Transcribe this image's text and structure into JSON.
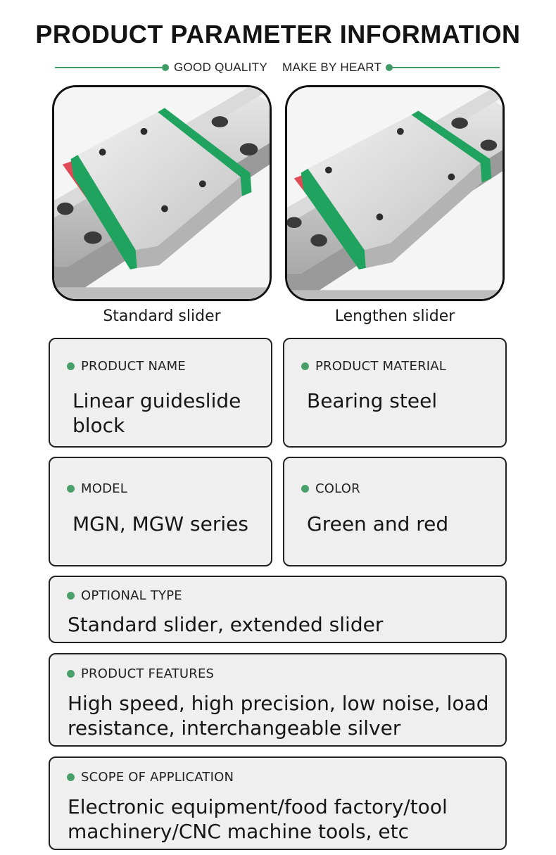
{
  "header": {
    "title": "PRODUCT PARAMETER INFORMATION",
    "tagline_left": "GOOD QUALITY",
    "tagline_right": "MAKE BY HEART",
    "accent_color": "#3f9a63"
  },
  "sliders": [
    {
      "caption": "Standard slider",
      "image_icon": "standard-slider-block-image"
    },
    {
      "caption": "Lengthen slider",
      "image_icon": "lengthen-slider-block-image"
    }
  ],
  "params": {
    "product_name": {
      "label": "PRODUCT NAME",
      "value": "Linear guideslide block"
    },
    "product_material": {
      "label": "PRODUCT MATERIAL",
      "value": "Bearing steel"
    },
    "model": {
      "label": "MODEL",
      "value": "MGN, MGW series"
    },
    "color": {
      "label": "COLOR",
      "value": "Green and red"
    },
    "optional_type": {
      "label": "OPTIONAL TYPE",
      "value": "Standard slider, extended slider"
    },
    "product_features": {
      "label": "PRODUCT FEATURES",
      "value": "High speed, high precision, low noise, load resistance, interchangeable silver"
    },
    "scope_of_application": {
      "label": "SCOPE OF APPLICATION",
      "value": "Electronic equipment/food factory/tool machinery/CNC machine tools, etc"
    }
  },
  "colors": {
    "card_background": "#efefef",
    "card_border": "#222222",
    "bullet": "#4aa06a",
    "seal_green": "#1fa35f",
    "seal_red": "#e04a55"
  }
}
